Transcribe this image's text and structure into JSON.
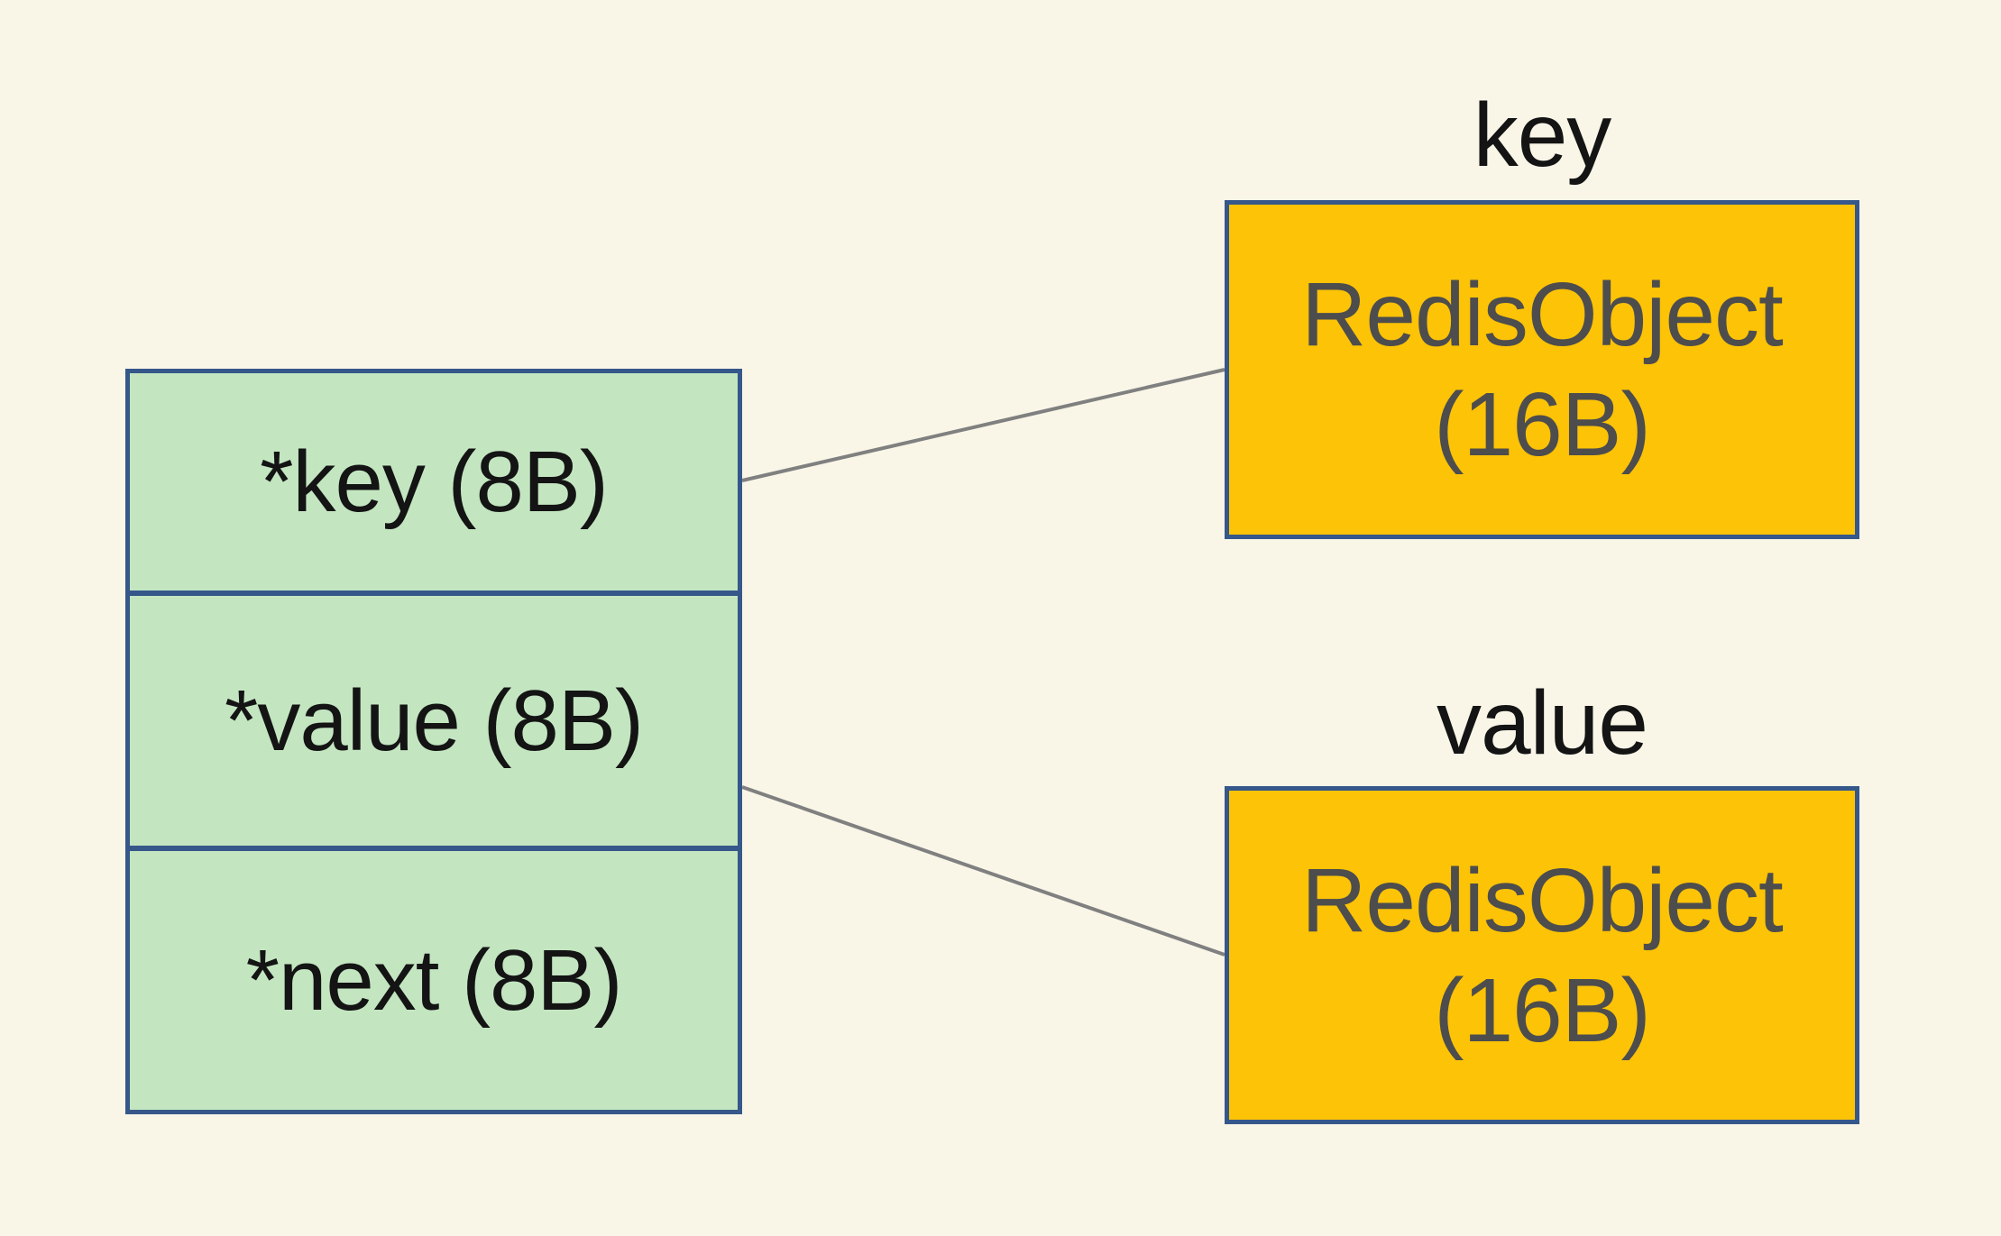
{
  "diagram": {
    "entry_struct": {
      "rows": [
        {
          "label": "*key (8B)"
        },
        {
          "label": "*value (8B)"
        },
        {
          "label": "*next (8B)"
        }
      ]
    },
    "redis_objects": [
      {
        "title": "key",
        "name": "RedisObject",
        "size": "(16B)"
      },
      {
        "title": "value",
        "name": "RedisObject",
        "size": "(16B)"
      }
    ],
    "colors": {
      "background": "#f9f6e8",
      "struct_fill": "#c3e6c1",
      "object_fill": "#fdc306",
      "border_blue": "#36578a",
      "connector_gray": "#808080",
      "object_text": "#4d4d4d",
      "text_black": "#141414"
    }
  }
}
